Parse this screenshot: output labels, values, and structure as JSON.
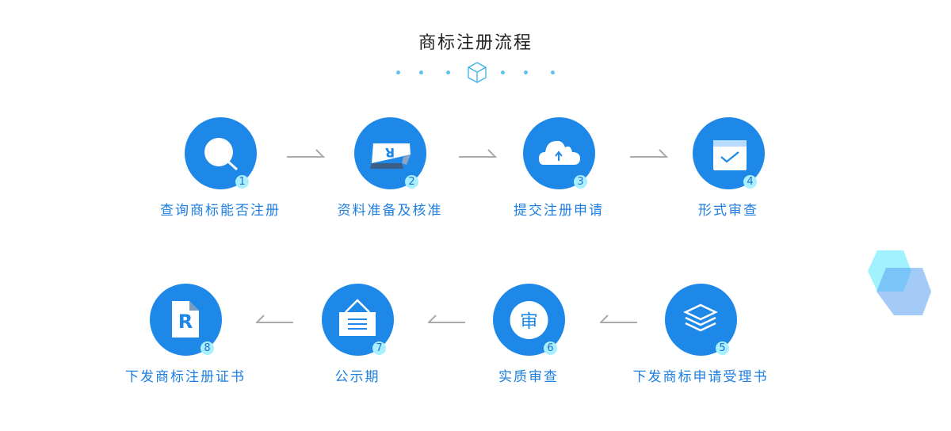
{
  "title": "商标注册流程",
  "colors": {
    "accent": "#1e88e8",
    "badge": "#a8f0ff",
    "label": "#1e7fe0",
    "arrow": "#aaaaaa"
  },
  "steps": [
    {
      "num": "1",
      "label": "查询商标能否注册",
      "icon": "search-icon"
    },
    {
      "num": "2",
      "label": "资料准备及核准",
      "icon": "trademark-card-icon"
    },
    {
      "num": "3",
      "label": "提交注册申请",
      "icon": "cloud-upload-icon"
    },
    {
      "num": "4",
      "label": "形式审查",
      "icon": "calendar-check-icon"
    },
    {
      "num": "5",
      "label": "下发商标申请受理书",
      "icon": "layers-icon"
    },
    {
      "num": "6",
      "label": "实质审查",
      "icon": "review-icon",
      "icon_text": "审"
    },
    {
      "num": "7",
      "label": "公示期",
      "icon": "notice-board-icon"
    },
    {
      "num": "8",
      "label": "下发商标注册证书",
      "icon": "certificate-icon",
      "icon_text": "R"
    }
  ]
}
